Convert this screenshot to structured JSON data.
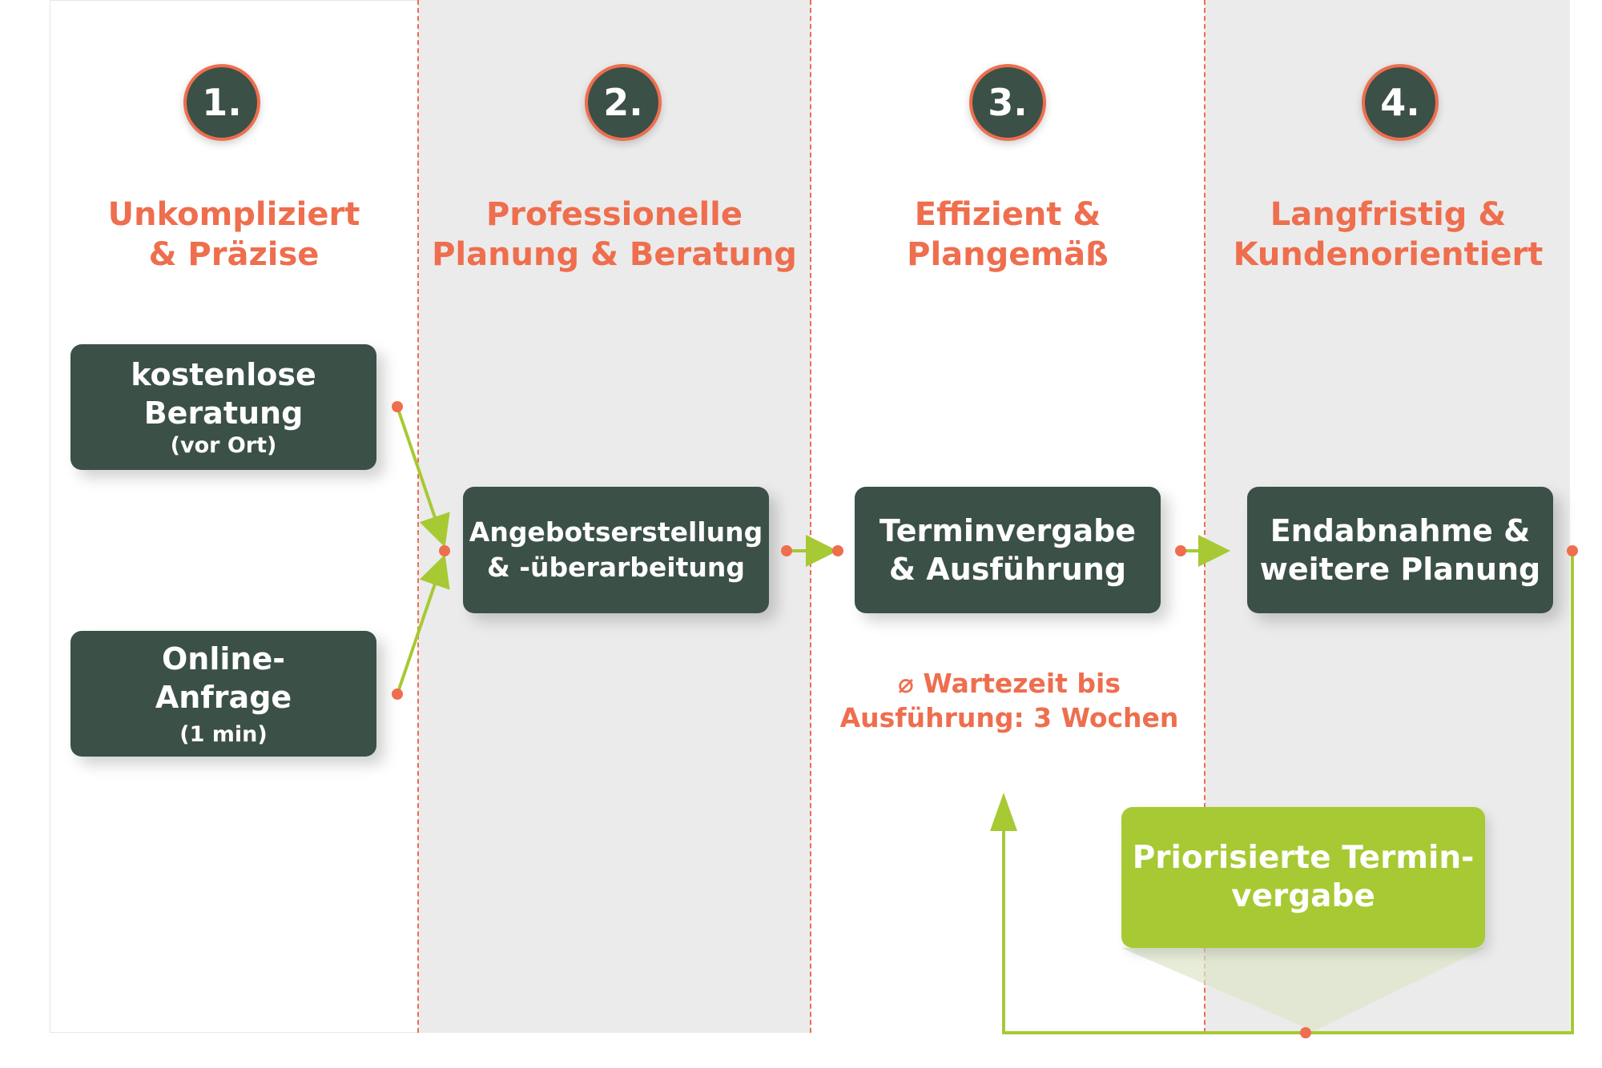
{
  "steps": [
    {
      "number": "1.",
      "heading": "Unkompliziert\n& Präzise"
    },
    {
      "number": "2.",
      "heading": "Professionelle\nPlanung & Beratung"
    },
    {
      "number": "3.",
      "heading": "Effizient &\nPlangemäß"
    },
    {
      "number": "4.",
      "heading": "Langfristig &\nKundenorientiert"
    }
  ],
  "boxes": {
    "beratung": {
      "main": "kostenlose\nBeratung",
      "sub": "(vor Ort)"
    },
    "anfrage": {
      "main": "Online-\nAnfrage",
      "sub": "(1 min)"
    },
    "angebot": {
      "main": "Angebotserstellung\n& -überarbeitung"
    },
    "termin": {
      "main": "Terminvergabe\n& Ausführung"
    },
    "endabnahme": {
      "main": "Endabnahme &\nweitere Planung"
    },
    "prio": {
      "main": "Priorisierte Termin-\nvergabe"
    }
  },
  "note": "⌀ Wartezeit bis\nAusführung: 3 Wochen",
  "colors": {
    "box": "#3b5047",
    "accent": "#ee6e4e",
    "arrow": "#a7c933",
    "column_shade": "#ebebeb"
  }
}
